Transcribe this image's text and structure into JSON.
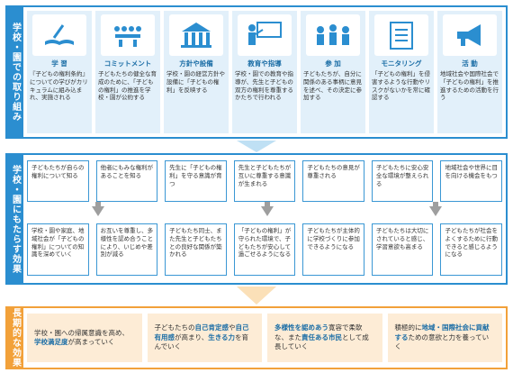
{
  "sections": {
    "approach_label": "学校・園での取り組み",
    "effect_label": "学校・園にもたらす効果",
    "long_label": "長期的な効果"
  },
  "cards": [
    {
      "icon": "book-pen-icon",
      "title": "学 習",
      "desc": "『子どもの権利条約』についての学びがカリキュラムに組み込まれ、実施される"
    },
    {
      "icon": "meeting-icon",
      "title": "コミットメント",
      "desc": "子どもたちの健全な育成のために、「子どもの権利」の推進を学校・園が公約する"
    },
    {
      "icon": "building-icon",
      "title": "方針や設備",
      "desc": "学校・園の経営方針や設備に「子どもの権利」を反映する"
    },
    {
      "icon": "teacher-icon",
      "title": "教育や指導",
      "desc": "学校・園での教育や指導が、先生と子どもの双方の権利を尊重するかたちで行われる"
    },
    {
      "icon": "participants-icon",
      "title": "参 加",
      "desc": "子どもたちが、自分に関係のある事柄に意見を述べ、その決定に参加する"
    },
    {
      "icon": "checklist-icon",
      "title": "モニタリング",
      "desc": "「子どもの権利」を侵害するような行動やリスクがないかを常に確認する"
    },
    {
      "icon": "megaphone-icon",
      "title": "活 動",
      "desc": "地域社会や国際社会で「子どもの権利」を推進するための活動を行う"
    }
  ],
  "effects_top": [
    "子どもたちが自らの権利について知る",
    "他者にもみな権利があることを知る",
    "先生に「子どもの権利」を守る意識が育つ",
    "先生と子どもたちが互いに尊重する意識が生まれる",
    "子どもたちの意見が尊重される",
    "子どもたちに安心安全な環境が整えられる",
    "地域社会や世界に目を向ける機会をもつ"
  ],
  "effects_bottom": [
    "学校・園や家庭、地域社会が「子どもの権利」についての知識を深めていく",
    "お互いを尊重し、多様性を認め合うことにより、いじめや差別が減る",
    "子どもたち同士、また先生と子どもたちとの良好な関係が築かれる",
    "「子どもの権利」が守られた環境で、子どもたちが安心して過ごせるようになる",
    "子どもたちが主体的に学校づくりに参加できるようになる",
    "子どもたちは大切にされていると感じ、学習意欲も高まる",
    "子どもたちが社会をよくするために行動できると感じるようになる"
  ],
  "long_term": [
    {
      "segments": [
        {
          "t": "学校・園への帰属意識を高め、",
          "h": false
        },
        {
          "t": "学校満足度",
          "h": true
        },
        {
          "t": "が高まっていく",
          "h": false
        }
      ]
    },
    {
      "segments": [
        {
          "t": "子どもたちの",
          "h": false
        },
        {
          "t": "自己肯定感",
          "h": true
        },
        {
          "t": "や",
          "h": false
        },
        {
          "t": "自己有用感",
          "h": true
        },
        {
          "t": "が高まり、",
          "h": false
        },
        {
          "t": "生きる力",
          "h": true
        },
        {
          "t": "を育んでいく",
          "h": false
        }
      ]
    },
    {
      "segments": [
        {
          "t": "多様性を認めあう",
          "h": true
        },
        {
          "t": "寛容で柔軟な、また",
          "h": false
        },
        {
          "t": "責任ある市民",
          "h": true
        },
        {
          "t": "として成長していく",
          "h": false
        }
      ]
    },
    {
      "segments": [
        {
          "t": "積極的に",
          "h": false
        },
        {
          "t": "地域・国際社会に貢献する",
          "h": true
        },
        {
          "t": "ための意欲と力を養っていく",
          "h": false
        }
      ]
    }
  ],
  "colors": {
    "blue": "#2b8ed0",
    "orange": "#f2a13a",
    "highlight": "#1c6ea6"
  }
}
